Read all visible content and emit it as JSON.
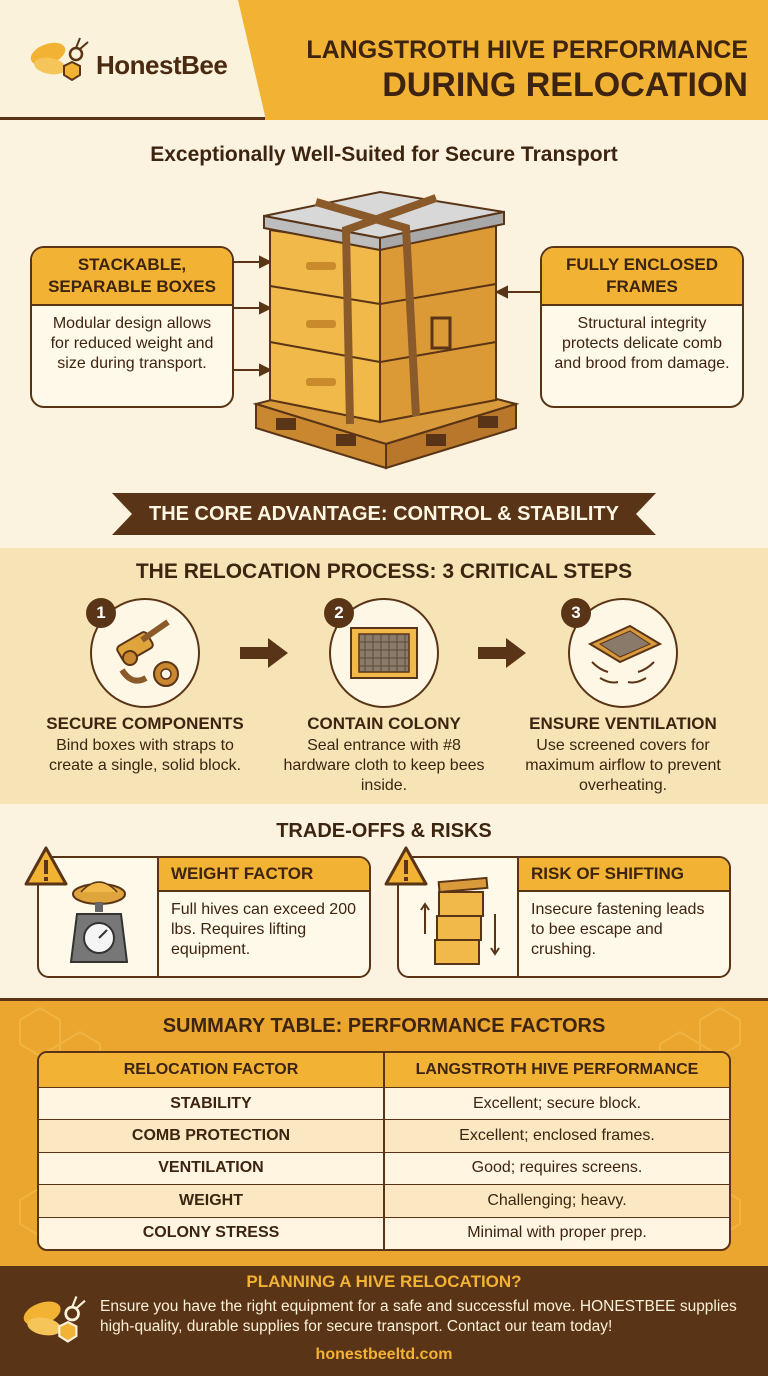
{
  "brand": {
    "name": "HonestBee"
  },
  "title": {
    "line1": "LANGSTROTH HIVE PERFORMANCE",
    "line2": "DURING RELOCATION"
  },
  "section1": {
    "heading": "Exceptionally Well-Suited for Secure Transport",
    "left": {
      "title": "STACKABLE, SEPARABLE BOXES",
      "body": "Modular design allows for reduced weight and size during transport."
    },
    "right": {
      "title": "FULLY ENCLOSED FRAMES",
      "body": "Structural integrity protects delicate comb and brood from damage."
    }
  },
  "ribbon": "THE CORE ADVANTAGE: CONTROL & STABILITY",
  "steps": {
    "heading": "THE RELOCATION PROCESS: 3 CRITICAL STEPS",
    "items": [
      {
        "num": "1",
        "title": "SECURE COMPONENTS",
        "desc": "Bind boxes with straps to create a single, solid block."
      },
      {
        "num": "2",
        "title": "CONTAIN COLONY",
        "desc": "Seal entrance with #8 hardware cloth to keep bees inside."
      },
      {
        "num": "3",
        "title": "ENSURE VENTILATION",
        "desc": "Use screened covers for maximum airflow to prevent overheating."
      }
    ]
  },
  "tradeoffs": {
    "heading": "TRADE-OFFS & RISKS",
    "items": [
      {
        "title": "WEIGHT FACTOR",
        "desc": "Full hives can exceed 200 lbs. Requires lifting equipment."
      },
      {
        "title": "RISK OF SHIFTING",
        "desc": "Insecure fastening leads to bee escape and crushing."
      }
    ]
  },
  "summary": {
    "heading": "SUMMARY TABLE: PERFORMANCE FACTORS",
    "columns": [
      "RELOCATION FACTOR",
      "LANGSTROTH HIVE PERFORMANCE"
    ],
    "rows": [
      [
        "STABILITY",
        "Excellent; secure block."
      ],
      [
        "COMB PROTECTION",
        "Excellent; enclosed frames."
      ],
      [
        "VENTILATION",
        "Good; requires screens."
      ],
      [
        "WEIGHT",
        "Challenging; heavy."
      ],
      [
        "COLONY STRESS",
        "Minimal with proper prep."
      ]
    ]
  },
  "footer": {
    "heading": "PLANNING A HIVE RELOCATION?",
    "body": "Ensure you have the right equipment for a safe and successful move. HONESTBEE supplies high-quality, durable supplies for secure transport. Contact our team today!",
    "url": "honestbeeltd.com"
  },
  "colors": {
    "accent": "#f2b233",
    "dark": "#5a3416",
    "cream": "#fbf3df"
  }
}
